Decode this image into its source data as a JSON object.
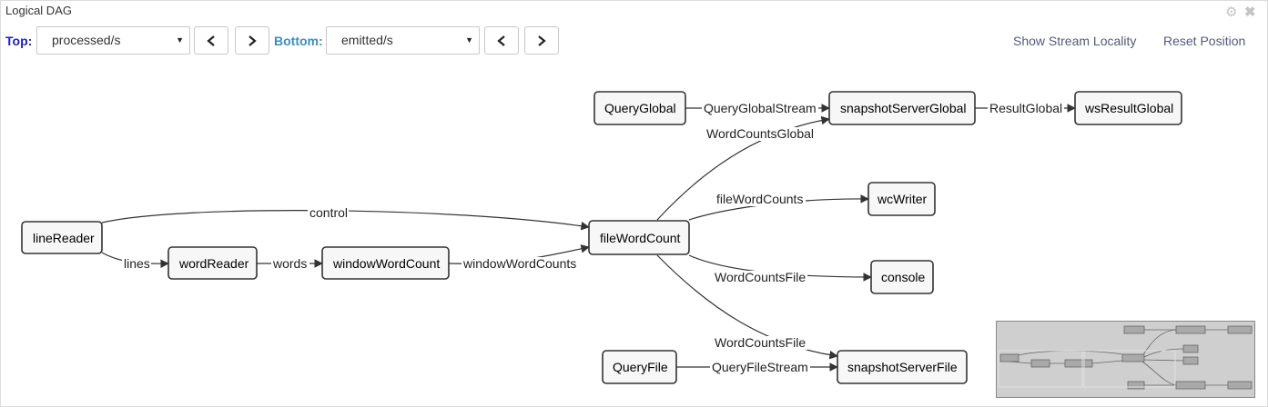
{
  "window": {
    "title": "Logical DAG"
  },
  "toolbar": {
    "top_label": "Top:",
    "top_select": "processed/s",
    "bottom_label": "Bottom:",
    "bottom_select": "emitted/s",
    "show_locality": "Show Stream Locality",
    "reset_position": "Reset Position"
  },
  "colors": {
    "top_label": "#1a1adb",
    "bottom_label": "#3a8fc0",
    "link": "#555a7a"
  },
  "dag": {
    "nodes": {
      "lineReader": "lineReader",
      "wordReader": "wordReader",
      "windowWordCount": "windowWordCount",
      "fileWordCount": "fileWordCount",
      "QueryGlobal": "QueryGlobal",
      "snapshotServerGlobal": "snapshotServerGlobal",
      "wsResultGlobal": "wsResultGlobal",
      "wcWriter": "wcWriter",
      "console": "console",
      "QueryFile": "QueryFile",
      "snapshotServerFile": "snapshotServerFile"
    },
    "edges": {
      "control": "control",
      "lines": "lines",
      "words": "words",
      "windowWordCounts": "windowWordCounts",
      "QueryGlobalStream": "QueryGlobalStream",
      "ResultGlobal": "ResultGlobal",
      "WordCountsGlobal": "WordCountsGlobal",
      "fileWordCounts": "fileWordCounts",
      "WordCountsFile1": "WordCountsFile",
      "WordCountsFile2": "WordCountsFile",
      "QueryFileStream": "QueryFileStream"
    }
  }
}
